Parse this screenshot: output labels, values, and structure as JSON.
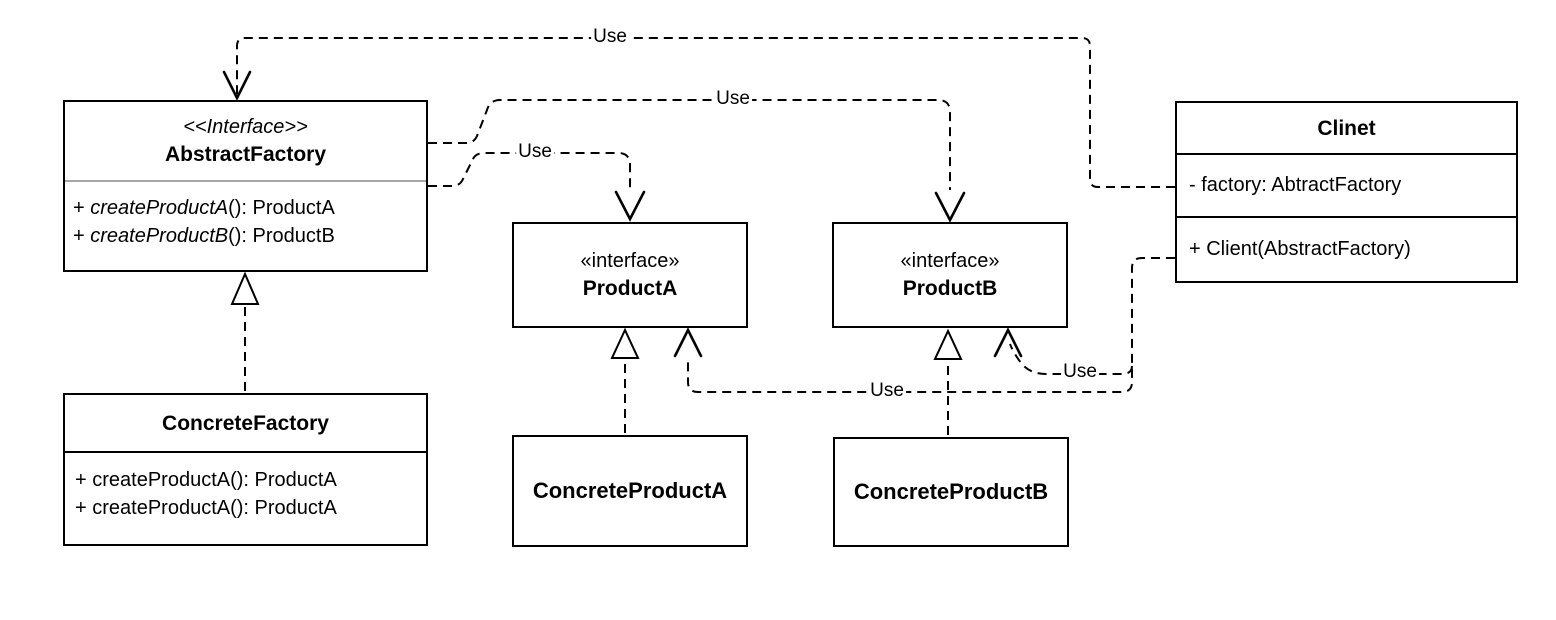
{
  "classes": {
    "abstract_factory": {
      "stereotype": "<<Interface>>",
      "name": "AbstractFactory",
      "methods": [
        {
          "prefix": "+ ",
          "name": "createProductA",
          "suffix": "(): ProductA"
        },
        {
          "prefix": "+ ",
          "name": "createProductB",
          "suffix": "(): ProductB"
        }
      ]
    },
    "concrete_factory": {
      "name": "ConcreteFactory",
      "methods": [
        "+ createProductA(): ProductA",
        "+ createProductA(): ProductA"
      ]
    },
    "product_a": {
      "stereotype": "«interface»",
      "name": "ProductA"
    },
    "product_b": {
      "stereotype": "«interface»",
      "name": "ProductB"
    },
    "concrete_product_a": {
      "name": "ConcreteProductA"
    },
    "concrete_product_b": {
      "name": "ConcreteProductB"
    },
    "client": {
      "name": "Clinet",
      "attributes": [
        "- factory: AbtractFactory"
      ],
      "methods": [
        "+ Client(AbstractFactory)"
      ]
    }
  },
  "edge_labels": {
    "client_to_abstract_factory": "Use",
    "factory_to_product_b": "Use",
    "factory_to_product_a": "Use",
    "client_to_product_a": "Use",
    "client_to_product_b": "Use"
  },
  "colors": {
    "line": "#000000",
    "background": "#ffffff",
    "box_border": "#000000",
    "light_separator": "#a6a6a6"
  }
}
